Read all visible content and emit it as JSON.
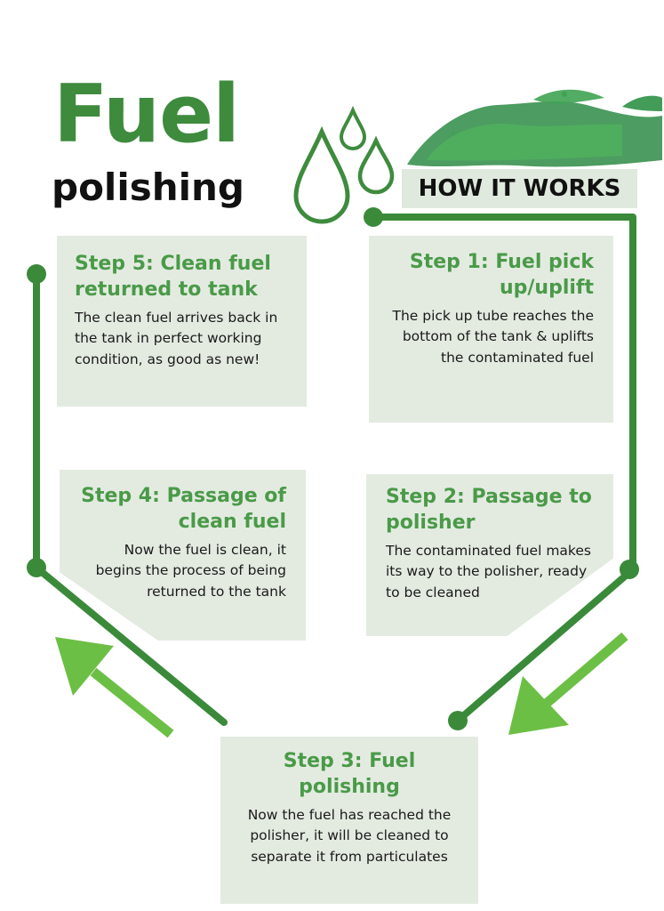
{
  "title": {
    "main": "Fuel",
    "sub": "polishing"
  },
  "header_label": "HOW IT WORKS",
  "steps": {
    "step1": {
      "title": "Step 1: Fuel pick up/uplift",
      "body": "The pick up tube reaches the bottom of the tank & uplifts the contaminated fuel"
    },
    "step2": {
      "title": "Step 2: Passage to polisher",
      "body": "The contaminated fuel makes its way to the polisher, ready to be cleaned"
    },
    "step3": {
      "title": "Step 3: Fuel polishing",
      "body": "Now the fuel has reached the polisher, it will be cleaned to separate it from particulates"
    },
    "step4": {
      "title": "Step 4: Passage of clean fuel",
      "body": "Now the fuel is clean, it begins the process of being returned to the tank"
    },
    "step5": {
      "title": "Step 5: Clean fuel returned to tank",
      "body": "The clean fuel arrives back in the tank in perfect working condition, as good as new!"
    }
  },
  "colors": {
    "title_green": "#3e8b3e",
    "line_green": "#3a8a3a",
    "arrow_green": "#6cbf45",
    "box_bg": "#e3ebe1",
    "step_heading": "#4a9a48"
  },
  "icons": [
    "fuel-drop-icon",
    "fuel-splash-icon",
    "flow-arrow-icon"
  ]
}
